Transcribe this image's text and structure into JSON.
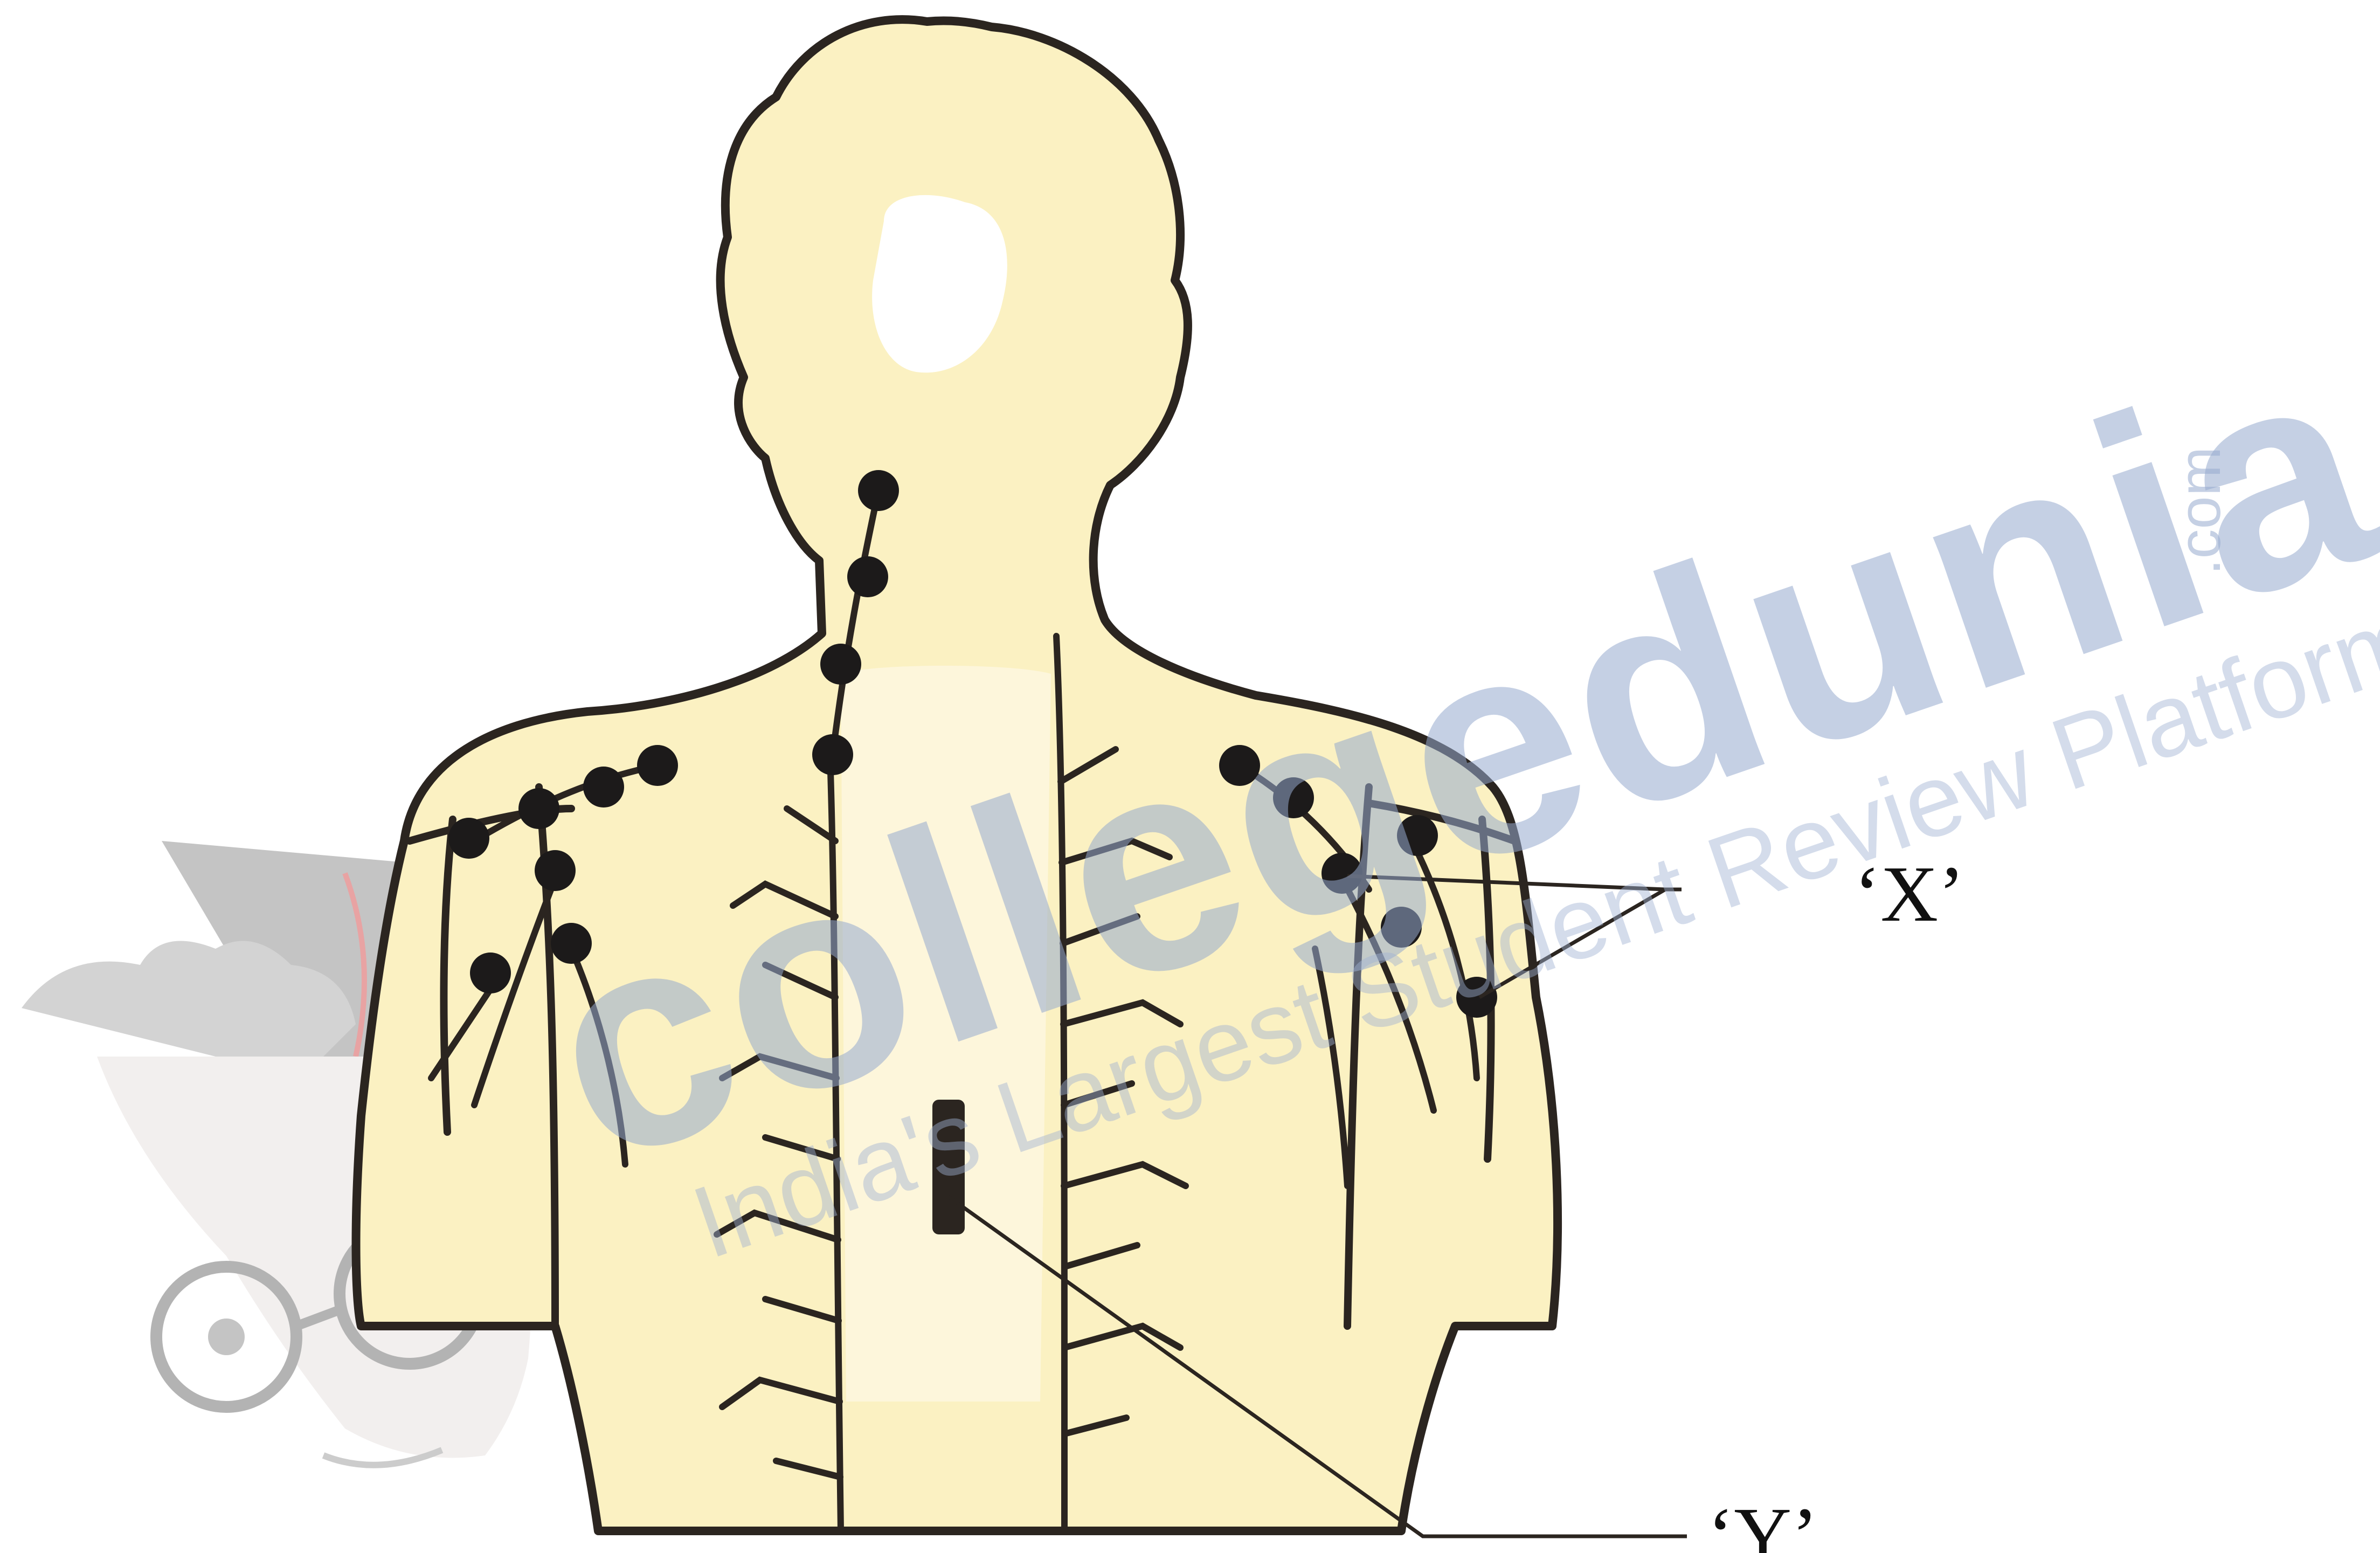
{
  "labels": {
    "x": "‘X’",
    "y": "‘Y’"
  },
  "watermark": {
    "brand": "collegedunia",
    "suffix": ".com",
    "tagline": "India's Largest Student Review Platform"
  },
  "colors": {
    "skin": "#fbf1c2",
    "outline": "#2b2520",
    "node": "#1c1a1a",
    "watermark": "#96aacd"
  }
}
